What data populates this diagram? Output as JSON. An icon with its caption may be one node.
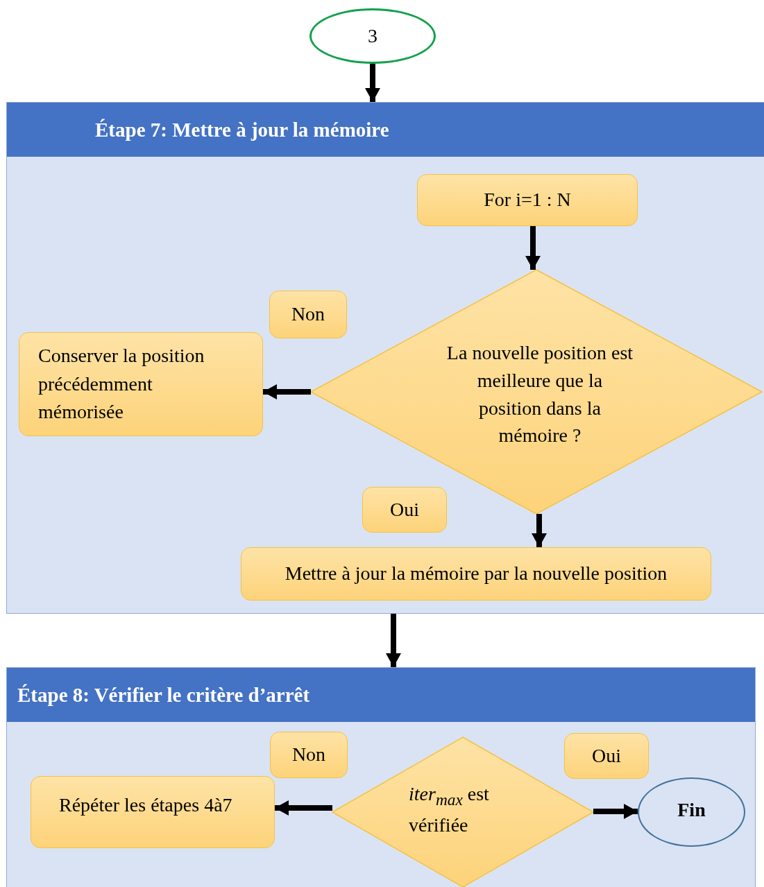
{
  "diagram": {
    "nodes": [
      {
        "text": [
          "3"
        ]
      },
      {
        "text": [
          "Étape 7: Mettre à jour la mémoire"
        ]
      },
      {
        "text": [
          "For i=1 : N"
        ],
        "in": 1
      },
      {
        "text": [
          "La nouvelle position est meilleure que la position dans la mémoire ?"
        ],
        "in": 1
      },
      {
        "text": [
          "Non"
        ],
        "in": 1
      },
      {
        "text": [
          "Conserver la position précédemment mémorisée"
        ],
        "in": 1
      },
      {
        "text": [
          "Oui"
        ],
        "in": 1
      },
      {
        "text": [
          "Mettre à jour la mémoire par la nouvelle position"
        ],
        "in": 1
      },
      {
        "text": [
          "Étape 8: Vérifier le critère d’arrêt"
        ]
      },
      {
        "text": [
          "Non"
        ],
        "in": 8
      },
      {
        "text": [
          "Répéter les étapes 4à7"
        ],
        "in": 8
      },
      {
        "text": [
          "*iter*$_{max}$ est vérifiée"
        ],
        "in": 8
      },
      {
        "text": [
          "Oui"
        ],
        "in": 8
      },
      {
        "text": [
          "Fin"
        ],
        "in": 8
      }
    ],
    "edges": [
      {
        "from": 0,
        "to": 1,
        "arrow": "to"
      },
      {
        "from": 2,
        "to": 3,
        "arrow": "to"
      },
      {
        "from": 3,
        "to": 5,
        "arrow": "to"
      },
      {
        "from": 3,
        "to": 7,
        "arrow": "to"
      },
      {
        "from": 1,
        "to": 8,
        "arrow": "to"
      },
      {
        "from": 11,
        "to": 10,
        "arrow": "to"
      },
      {
        "from": 11,
        "to": 13,
        "arrow": "to"
      }
    ]
  }
}
